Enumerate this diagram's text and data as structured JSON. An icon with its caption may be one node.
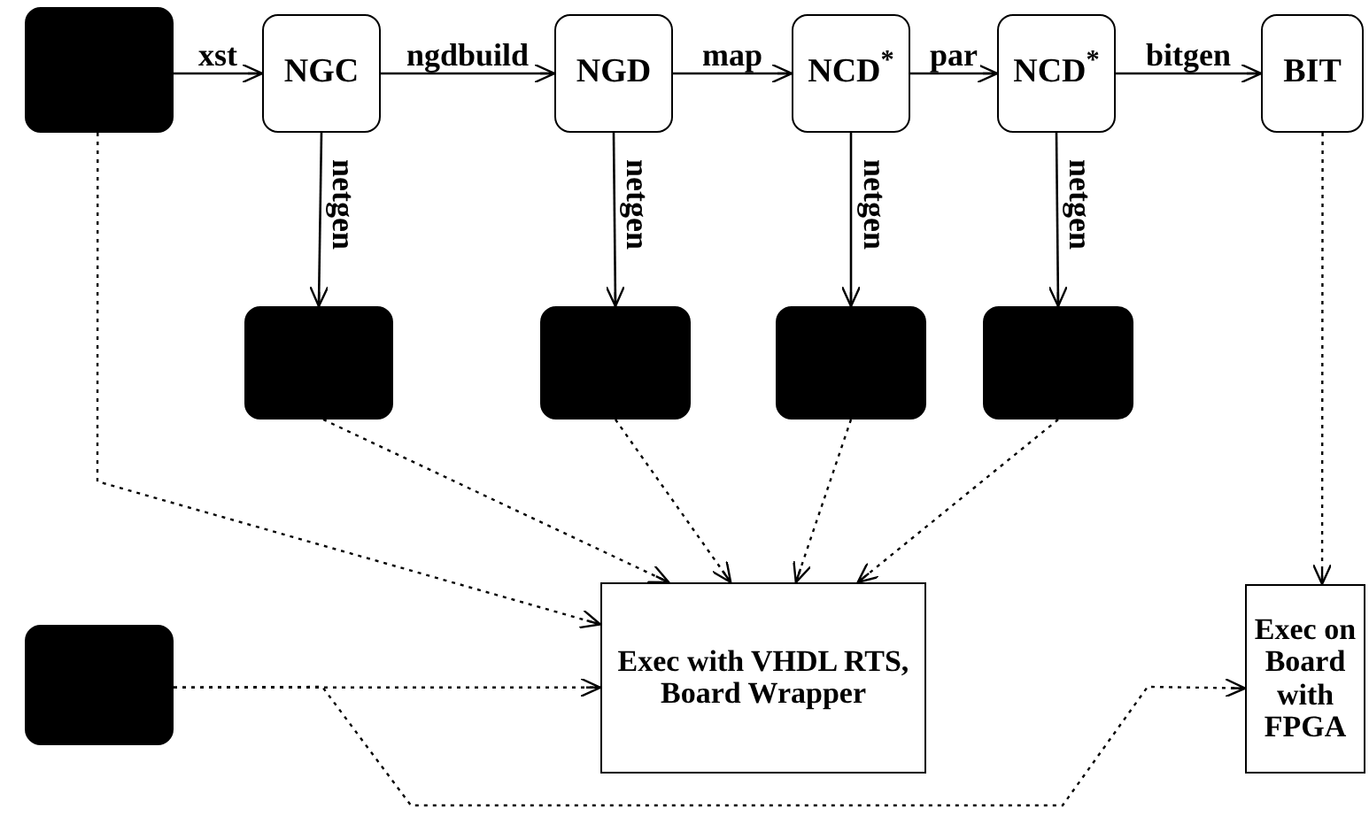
{
  "diagram": {
    "nodes": [
      {
        "text": [],
        "shape": "box"
      },
      {
        "text": [
          "NGC"
        ]
      },
      {
        "text": [
          "NGD"
        ]
      },
      {
        "text": [
          "NCD$^{*}$"
        ]
      },
      {
        "text": [
          "NCD$^{*}$"
        ]
      },
      {
        "text": [
          "BIT"
        ]
      },
      {
        "text": [],
        "shape": "box"
      },
      {
        "text": [],
        "shape": "box"
      },
      {
        "text": [],
        "shape": "box"
      },
      {
        "text": [],
        "shape": "box"
      },
      {
        "text": [
          "Exec with VHDL RTS, Board Wrapper"
        ]
      },
      {
        "text": [
          "Exec on Board with FPGA"
        ]
      },
      {
        "text": [],
        "shape": "box"
      }
    ],
    "edges": [
      {
        "from": 0,
        "to": 1,
        "arrow": "to",
        "label": "xst"
      },
      {
        "from": 1,
        "to": 2,
        "arrow": "to",
        "label": "ngdbuild"
      },
      {
        "from": 2,
        "to": 3,
        "arrow": "to",
        "label": "map"
      },
      {
        "from": 3,
        "to": 4,
        "arrow": "to",
        "label": "par"
      },
      {
        "from": 4,
        "to": 5,
        "arrow": "to",
        "label": "bitgen"
      },
      {
        "from": 1,
        "to": 6,
        "arrow": "to",
        "label": "netgen"
      },
      {
        "from": 2,
        "to": 7,
        "arrow": "to",
        "label": "netgen"
      },
      {
        "from": 3,
        "to": 8,
        "arrow": "to",
        "label": "netgen"
      },
      {
        "from": 4,
        "to": 9,
        "arrow": "to",
        "label": "netgen"
      },
      {
        "from": 0,
        "to": 10,
        "arrow": "to",
        "style": "dashed"
      },
      {
        "from": 6,
        "to": 10,
        "arrow": "to",
        "style": "dashed"
      },
      {
        "from": 7,
        "to": 10,
        "arrow": "to",
        "style": "dashed"
      },
      {
        "from": 8,
        "to": 10,
        "arrow": "to",
        "style": "dashed"
      },
      {
        "from": 9,
        "to": 10,
        "arrow": "to",
        "style": "dashed"
      },
      {
        "from": 5,
        "to": 11,
        "arrow": "to",
        "style": "dashed"
      },
      {
        "from": 12,
        "to": 10,
        "arrow": "to",
        "style": "dashed"
      },
      {
        "from": 12,
        "to": 11,
        "arrow": "to",
        "style": "dashed"
      }
    ]
  }
}
